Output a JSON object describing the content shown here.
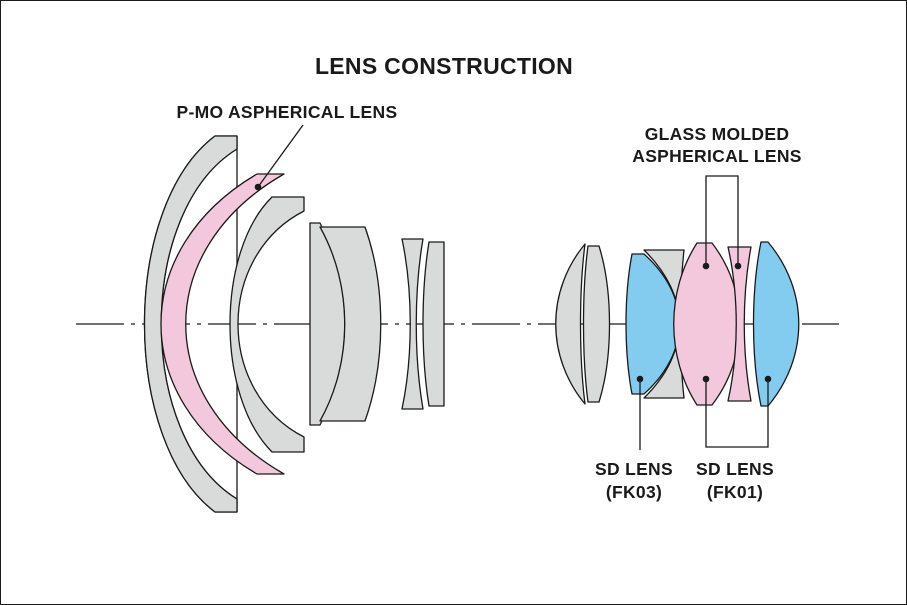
{
  "title": "LENS CONSTRUCTION",
  "labels": {
    "pmo": "P-MO ASPHERICAL LENS",
    "glass_molded_line1": "GLASS MOLDED",
    "glass_molded_line2": "ASPHERICAL LENS",
    "sd1_line1": "SD LENS",
    "sd1_line2": "(FK03)",
    "sd2_line1": "SD LENS",
    "sd2_line2": "(FK01)"
  },
  "colors": {
    "standard_glass": "#d9dada",
    "pmo_aspherical": "#f3c8dc",
    "glass_molded_aspherical": "#f3c8dc",
    "sd_lens": "#84ccef",
    "outline": "#1a1a1a"
  }
}
